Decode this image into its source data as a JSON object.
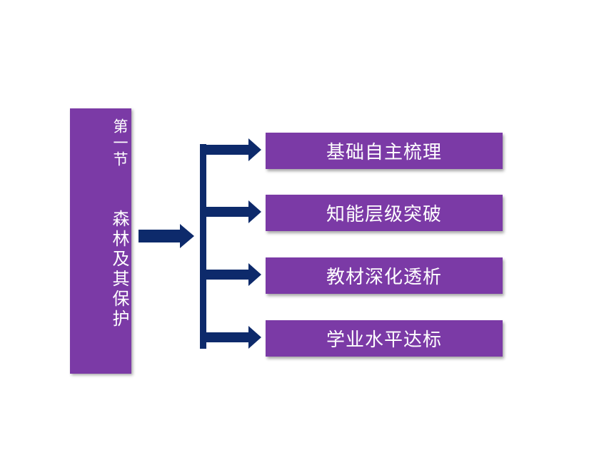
{
  "section": {
    "chapter_label": "第一节",
    "title": "森林及其保护"
  },
  "menu": {
    "items": [
      {
        "label": "基础自主梳理"
      },
      {
        "label": "知能层级突破"
      },
      {
        "label": "教材深化透析"
      },
      {
        "label": "学业水平达标"
      }
    ]
  },
  "colors": {
    "box_fill": "#7b3aa6",
    "arrow_fill": "#0d2a6b",
    "text": "#ffffff",
    "background": "#ffffff"
  }
}
